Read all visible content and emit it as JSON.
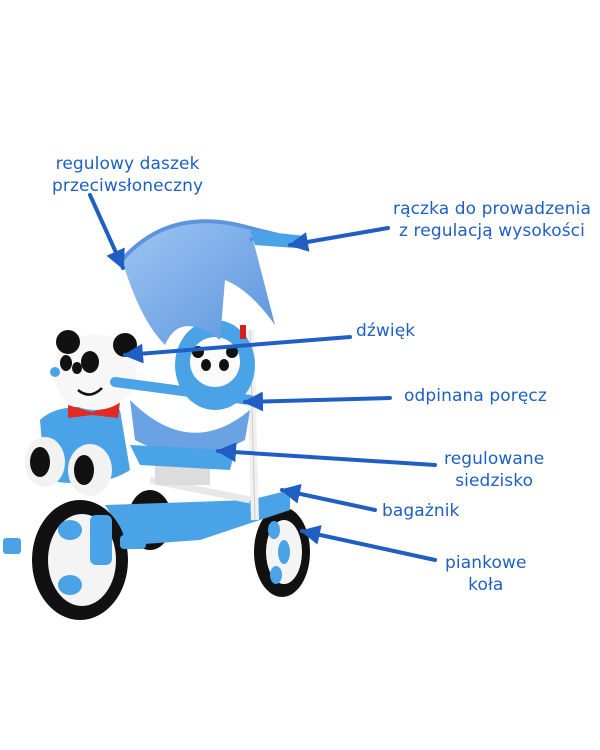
{
  "product": {
    "name": "Panda tricycle",
    "primary_color": "#5aa9e6",
    "accent_color": "#1f5fc4"
  },
  "annotation_color": "#1f5fc4",
  "labels": [
    {
      "id": "canopy",
      "lines": [
        "regulowy daszek",
        "przeciwsłoneczny"
      ]
    },
    {
      "id": "push-handle",
      "lines": [
        "rączka do prowadzenia",
        "z regulacją wysokości"
      ]
    },
    {
      "id": "sound",
      "lines": [
        "dźwięk"
      ]
    },
    {
      "id": "detachable-rail",
      "lines": [
        "odpinana poręcz"
      ]
    },
    {
      "id": "adjustable-seat",
      "lines": [
        "regulowane",
        "siedzisko"
      ]
    },
    {
      "id": "luggage-rack",
      "lines": [
        "bagażnik"
      ]
    },
    {
      "id": "foam-wheels",
      "lines": [
        "piankowe",
        "koła"
      ]
    }
  ]
}
